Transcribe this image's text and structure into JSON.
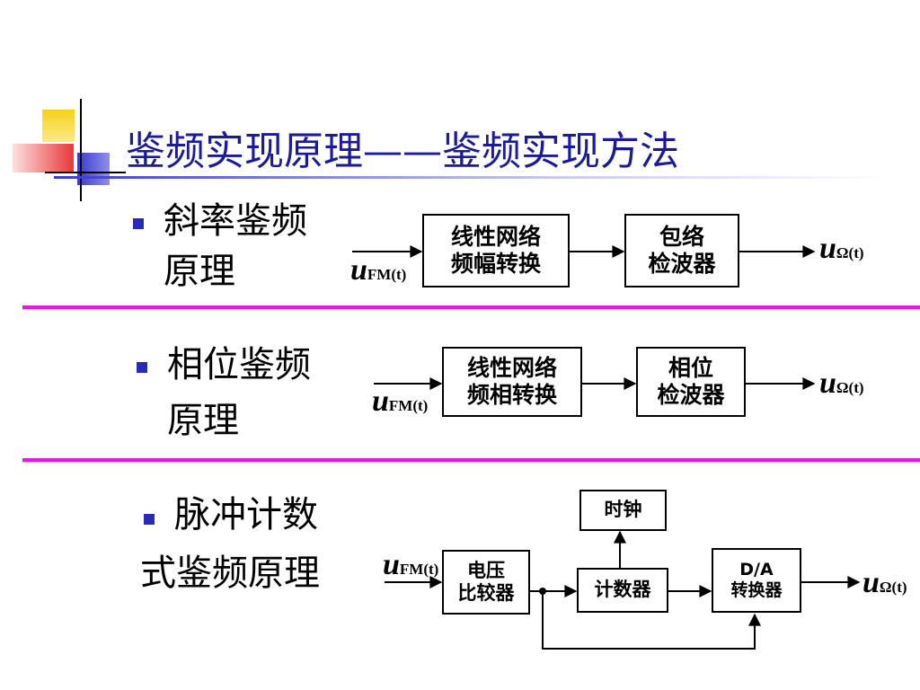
{
  "title": "鉴频实现原理——鉴频实现方法",
  "sections": [
    {
      "label_line1": "斜率鉴频",
      "label_line2": "原理",
      "input_var": "u",
      "input_sub": "FM(t)",
      "blocks": [
        "线性网络\n频幅转换",
        "包络\n检波器"
      ],
      "output_var": "u",
      "output_sub": "Ω(t)"
    },
    {
      "label_line1": "相位鉴频",
      "label_line2": "原理",
      "input_var": "u",
      "input_sub": "FM(t)",
      "blocks": [
        "线性网络\n频相转换",
        "相位\n检波器"
      ],
      "output_var": "u",
      "output_sub": "Ω(t)"
    },
    {
      "label_line1": "脉冲计数",
      "label_line2": "式鉴频原理",
      "input_var": "u",
      "input_sub": "FM(t)",
      "blocks": [
        "电压\n比较器",
        "计数器",
        "D/A\n转换器",
        "时钟"
      ],
      "output_var": "u",
      "output_sub": "Ω(t)"
    }
  ],
  "colors": {
    "title": "#1a1a9a",
    "bullet": "#2a2ab8",
    "separator": "#e21bd7",
    "deco_yellow": "#f5d21a",
    "deco_blue": "#3a3ad0",
    "deco_red": "#e8383b"
  }
}
